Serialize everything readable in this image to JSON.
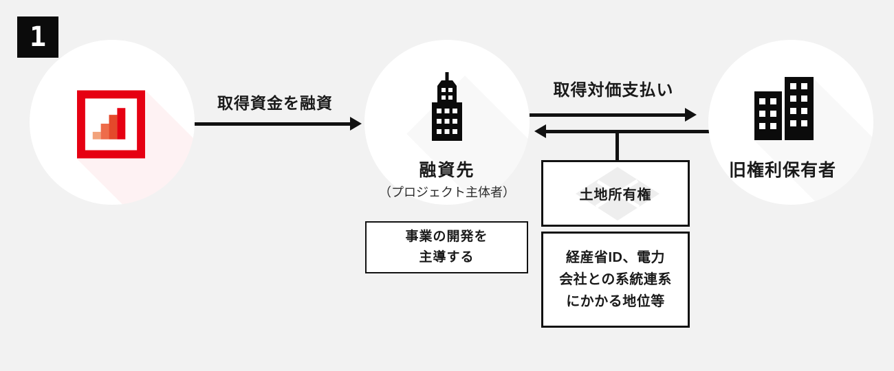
{
  "page": {
    "step_number": "1",
    "background": "#f2f2f2"
  },
  "nodes": {
    "funder": {
      "icon": "bar-chart-logo-icon"
    },
    "borrower": {
      "label": "融資先",
      "sublabel": "（プロジェクト主体者）",
      "icon": "office-tower-icon"
    },
    "former_rights_holder": {
      "label": "旧権利保有者",
      "icon": "twin-buildings-icon"
    }
  },
  "arrows": {
    "loan": {
      "label": "取得資金を融資",
      "direction": "right"
    },
    "payment": {
      "label": "取得対価支払い",
      "direction": "right"
    },
    "transfer": {
      "direction": "left"
    }
  },
  "boxes": {
    "role": {
      "lines": [
        "事業の開発を",
        "主導する"
      ]
    },
    "land_ownership": {
      "label": "土地所有権"
    },
    "rights_detail": {
      "lines": [
        "経産省ID、電力",
        "会社との系統連系",
        "にかかる地位等"
      ]
    }
  },
  "colors": {
    "background": "#f2f2f2",
    "circle": "#ffffff",
    "ink": "#111111",
    "accent_red": "#e60012",
    "bar_colors": [
      "#f2a37c",
      "#ee6c4a",
      "#e4492b",
      "#e60012"
    ]
  }
}
